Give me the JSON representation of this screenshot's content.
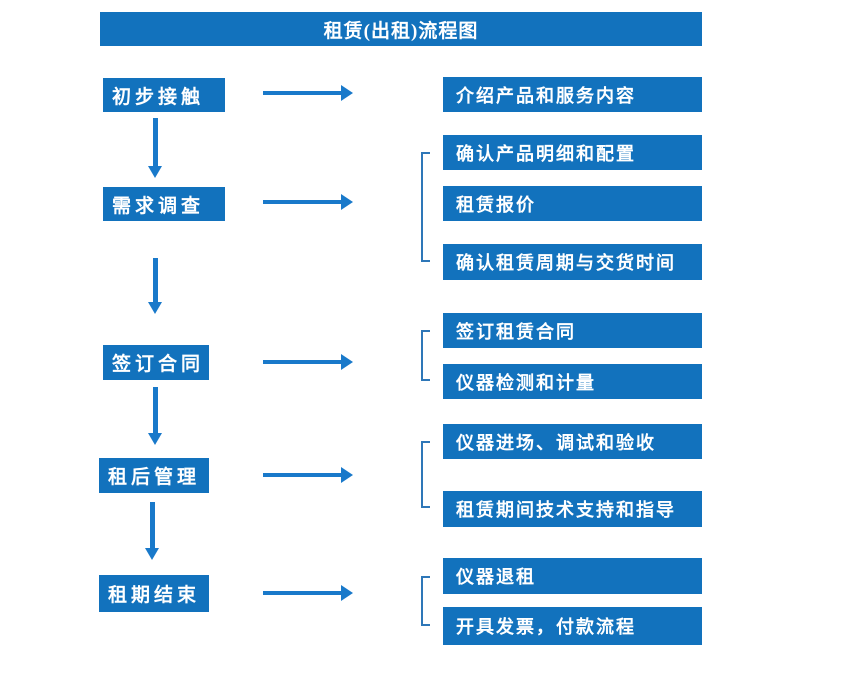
{
  "title": "租赁(出租)流程图",
  "colors": {
    "box_blue": "#1272BD",
    "arrow_blue": "#1979CA",
    "bracket_blue": "#2E77B8",
    "text": "#FFFFFF",
    "background": "#FFFFFF"
  },
  "stages": [
    {
      "step": "初步接触",
      "outputs": [
        "介绍产品和服务内容"
      ]
    },
    {
      "step": "需求调查",
      "outputs": [
        "确认产品明细和配置",
        "租赁报价",
        "确认租赁周期与交货时间"
      ]
    },
    {
      "step": "签订合同",
      "outputs": [
        "签订租赁合同",
        "仪器检测和计量"
      ]
    },
    {
      "step": "租后管理",
      "outputs": [
        "仪器进场、调试和验收",
        "租赁期间技术支持和指导"
      ]
    },
    {
      "step": "租期结束",
      "outputs": [
        "仪器退租",
        "开具发票，付款流程"
      ]
    }
  ]
}
